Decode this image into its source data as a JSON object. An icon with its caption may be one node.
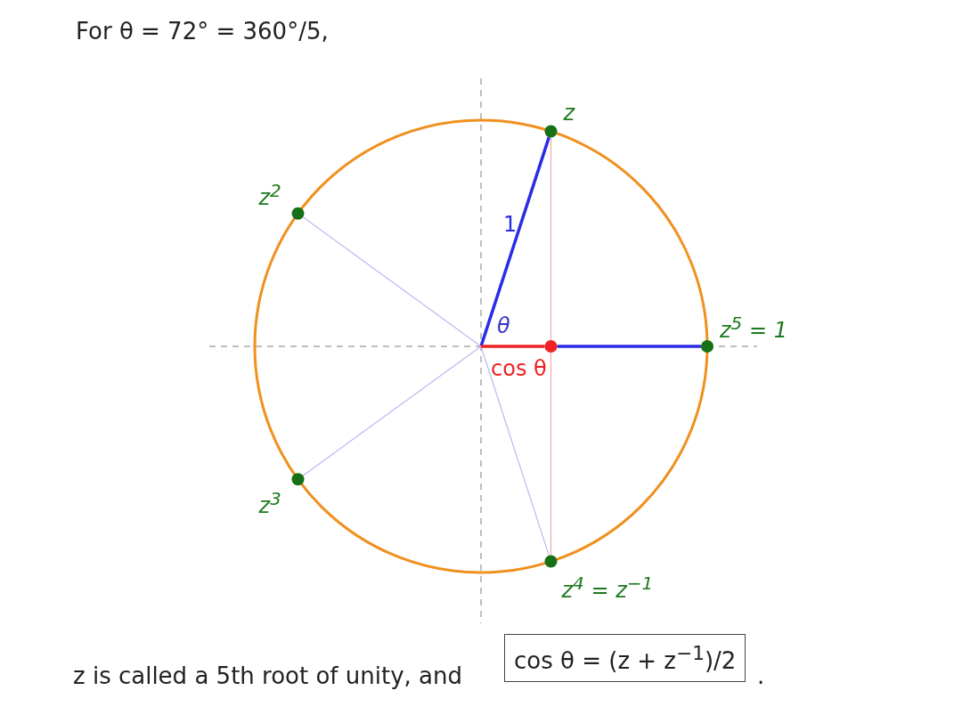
{
  "diagram": {
    "title": "For θ = 72° = 360°/5,",
    "nodes": [
      {
        "text": [],
        "shape": "circle",
        "beside": [
          "z"
        ]
      },
      {
        "text": [],
        "shape": "circle",
        "beside": [
          "z$^{2}$"
        ]
      },
      {
        "text": [],
        "shape": "circle",
        "beside": [
          "z$^{3}$"
        ]
      },
      {
        "text": [],
        "shape": "circle",
        "beside": [
          "z$^{4}$ = z$^{−1}$"
        ]
      },
      {
        "text": [],
        "shape": "circle",
        "beside": [
          "z$^{5}$ = 1"
        ]
      },
      {
        "text": [],
        "shape": "circle"
      },
      {
        "text": [
          "cos θ = (z + z$^{−1}$)/2"
        ]
      }
    ],
    "edges": [
      {
        "from": null,
        "to": 0,
        "arrow": "none",
        "label": "1",
        "style": "thick",
        "color": "#2b2be6"
      },
      {
        "from": null,
        "to": 1,
        "arrow": "none",
        "color": "#b9b9f2"
      },
      {
        "from": null,
        "to": 2,
        "arrow": "none",
        "color": "#b9b9f2"
      },
      {
        "from": null,
        "to": 3,
        "arrow": "none",
        "color": "#b9b9f2"
      },
      {
        "from": null,
        "to": 5,
        "arrow": "none",
        "label": "cos θ",
        "style": "thick",
        "color": "#ee2222"
      },
      {
        "from": 5,
        "to": 4,
        "arrow": "none",
        "style": "thick",
        "color": "#2b2be6"
      },
      {
        "from": 0,
        "to": 5,
        "arrow": "none",
        "color": "#f2a8a8"
      },
      {
        "from": 5,
        "to": 3,
        "arrow": "none",
        "color": "#f2a8a8"
      }
    ],
    "labels": [
      "θ",
      "z is called a 5th root of unity, and",
      "."
    ]
  }
}
